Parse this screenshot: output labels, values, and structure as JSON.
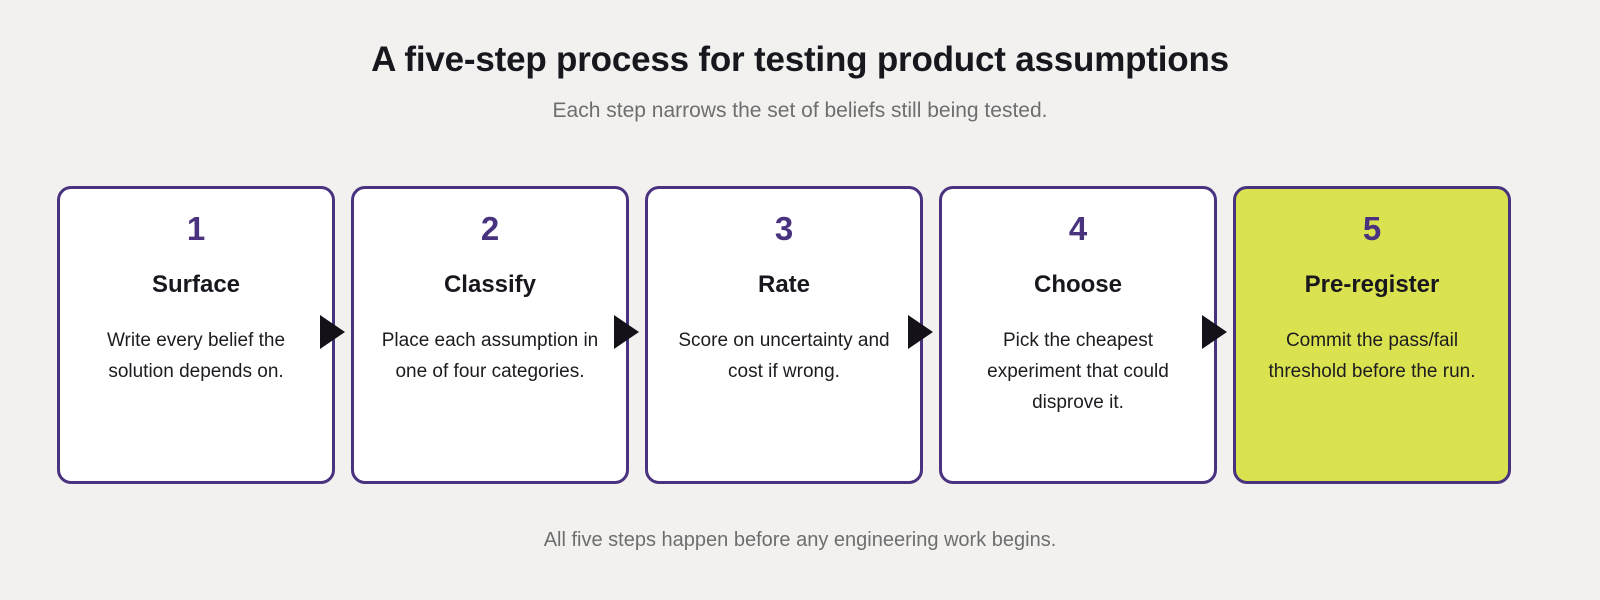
{
  "header": {
    "title": "A five-step process for testing product assumptions",
    "subtitle": "Each step narrows the set of beliefs still being tested."
  },
  "colors": {
    "background": "#f2f1ef",
    "card_border": "#49337f",
    "card_number": "#49337f",
    "card_background": "#ffffff",
    "highlight_background": "#dbe24f",
    "title_text": "#17171d",
    "muted_text": "#6e6e6e",
    "arrow": "#141218"
  },
  "steps": [
    {
      "number": "1",
      "title": "Surface",
      "description": "Write every belief the solution depends on.",
      "highlighted": false
    },
    {
      "number": "2",
      "title": "Classify",
      "description": "Place each assumption in one of four categories.",
      "highlighted": false
    },
    {
      "number": "3",
      "title": "Rate",
      "description": "Score on uncertainty and cost if wrong.",
      "highlighted": false
    },
    {
      "number": "4",
      "title": "Choose",
      "description": "Pick the cheapest experiment that could disprove it.",
      "highlighted": false
    },
    {
      "number": "5",
      "title": "Pre-register",
      "description": "Commit the pass/fail threshold before the run.",
      "highlighted": true
    }
  ],
  "connectors": {
    "icon": "arrow-right-triangle-icon",
    "count": 4
  },
  "footer": {
    "note": "All five steps happen before any engineering work begins."
  }
}
